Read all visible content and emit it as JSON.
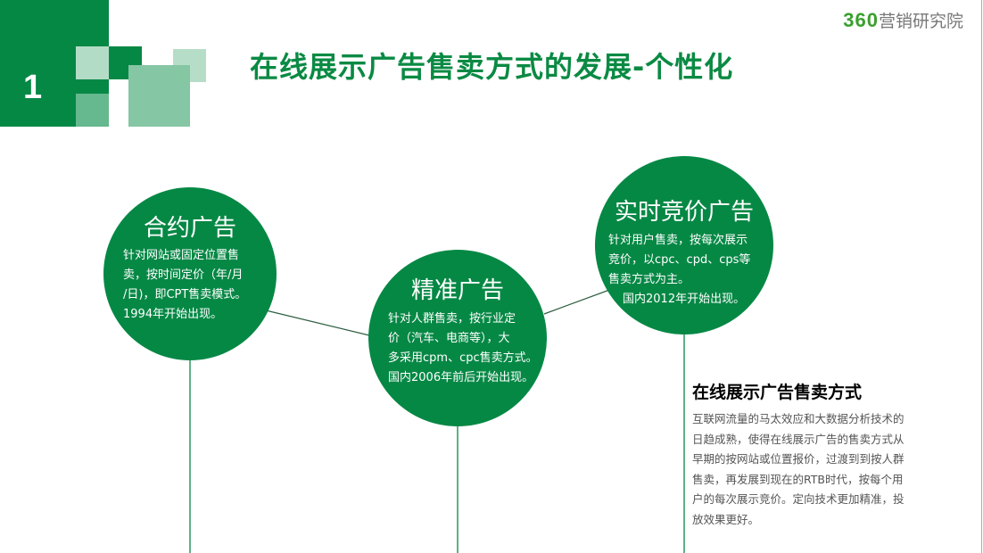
{
  "slide": {
    "number": "1",
    "title": "在线展示广告售卖方式的发展-个性化",
    "logo": {
      "brand_number": "360",
      "brand_text": "营销研究院"
    },
    "colors": {
      "primary_green": "#068845",
      "light_green_1": "#b3dcc6",
      "light_green_2": "#66b88e",
      "light_green_3": "#85c6a4",
      "logo_green": "#3aa02e",
      "body_gray": "#555555"
    }
  },
  "circles": [
    {
      "title": "合约广告",
      "lines": [
        "针对网站或固定位置售",
        "卖，按时间定价（年/月",
        "/日)，即CPT售卖模式。",
        "1994年开始出现。"
      ]
    },
    {
      "title": "精准广告",
      "lines": [
        "针对人群售卖，按行业定",
        "价（汽车、电商等），大",
        "多采用cpm、cpc售卖方式。",
        "国内2006年前后开始出现。"
      ]
    },
    {
      "title": "实时竞价广告",
      "lines": [
        "针对用户售卖，按每次展示",
        "竞价，以cpc、cpd、cps等",
        "售卖方式为主。",
        "国内2012年开始出现。"
      ]
    }
  ],
  "description": {
    "title": "在线展示广告售卖方式",
    "lines": [
      "互联网流量的马太效应和大数据分析技术的",
      "日趋成熟，使得在线展示广告的售卖方式从",
      "早期的按网站或位置报价，过渡到到按人群",
      "售卖，再发展到现在的RTB时代，按每个用",
      "户的每次展示竞价。定向技术更加精准，投",
      "放效果更好。"
    ]
  }
}
